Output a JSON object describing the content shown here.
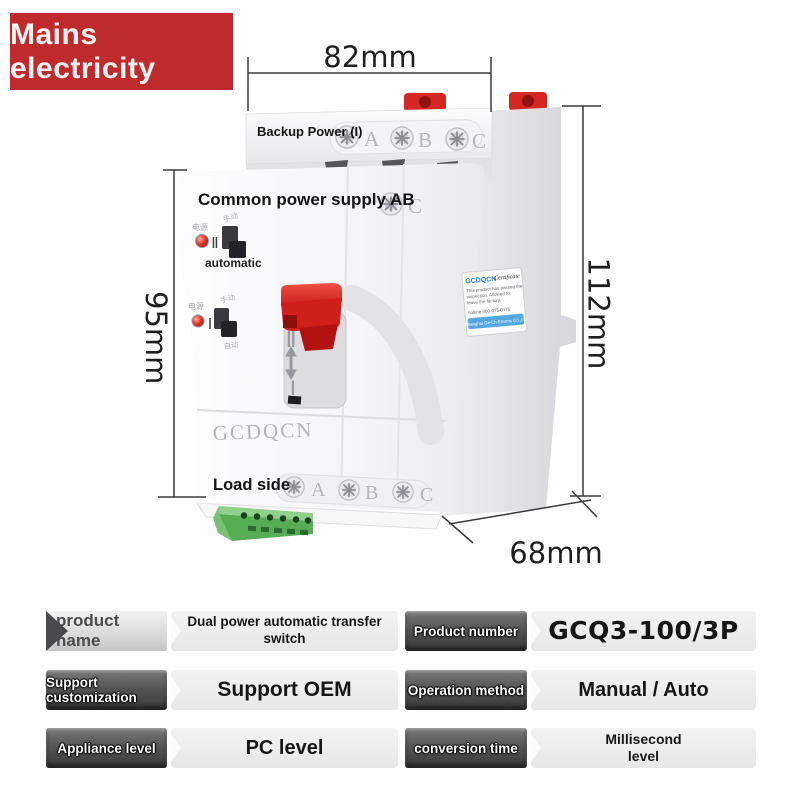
{
  "banner": {
    "label": "Mains electricity",
    "bg": "#bf2b2c"
  },
  "dimensions": {
    "width_top": "82mm",
    "height_left": "95mm",
    "height_right": "112mm",
    "depth_bottom": "68mm"
  },
  "device": {
    "backup_row_label": "Backup Power (I)",
    "backup_phases": [
      "A",
      "B",
      "C"
    ],
    "common_label": "Common power supply AB",
    "common_phase": "C",
    "switch1": {
      "power": "电源",
      "manual": "手动",
      "mark": "Ⅱ",
      "caption": "automatic"
    },
    "switch2": {
      "power": "电源",
      "manual": "手动",
      "auto": "自动",
      "mark": "Ⅰ"
    },
    "slot": {
      "top": "Ⅱ",
      "bottom": "Ⅰ"
    },
    "brand": "GCDQCN",
    "load_row_label": "Load side",
    "load_phases": [
      "A",
      "B",
      "C"
    ],
    "certificate": {
      "brand": "GCDQCN",
      "title": "Certificate",
      "line1": "This product has passed the",
      "line2": "inspection. Allowed to",
      "line3": "leave the factory.",
      "hotline": "hotline  400-075-0175",
      "company": "Shanghai Ge-Ch Electric Co.,Ltd"
    }
  },
  "table": {
    "rows": [
      {
        "left_label": "product name",
        "left_value": "Dual power automatic transfer switch",
        "right_label": "Product number",
        "right_value": "GCQ3-100/3P"
      },
      {
        "left_label": "Support customization",
        "left_value": "Support OEM",
        "right_label": "Operation method",
        "right_value": "Manual / Auto"
      },
      {
        "left_label": "Appliance level",
        "left_value": "PC level",
        "right_label": "conversion time",
        "right_value": "Millisecond\nlevel"
      }
    ]
  }
}
